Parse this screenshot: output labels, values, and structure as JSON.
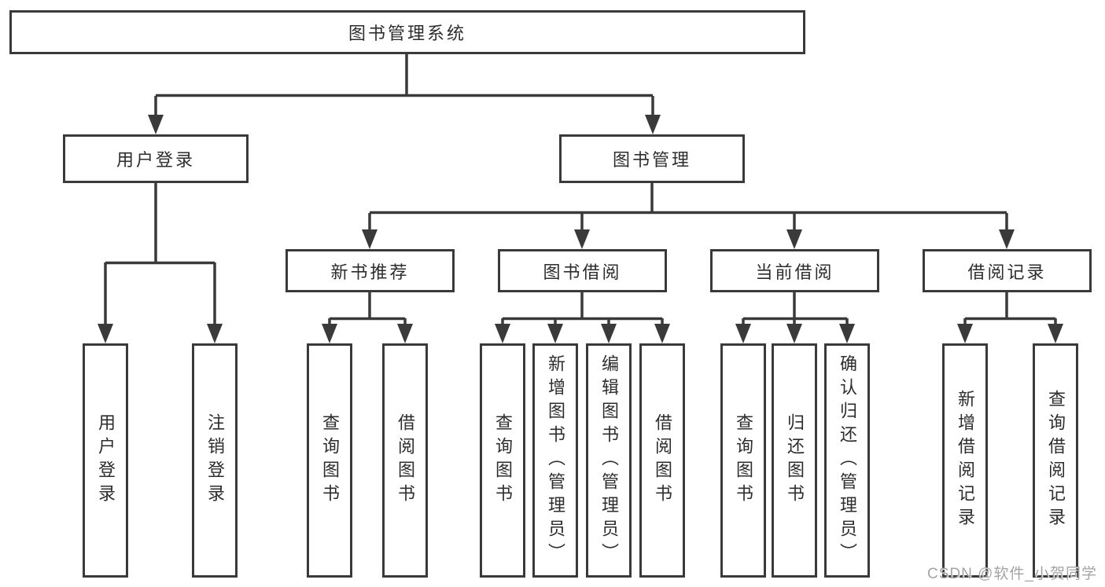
{
  "diagram": {
    "tree": {
      "root": {
        "label": "图书管理系统"
      },
      "branches": [
        {
          "label": "用户登录",
          "leaves": [
            {
              "label": "用户登录"
            },
            {
              "label": "注销登录"
            }
          ]
        },
        {
          "label": "图书管理",
          "groups": [
            {
              "label": "新书推荐",
              "leaves": [
                {
                  "label": "查询图书"
                },
                {
                  "label": "借阅图书"
                }
              ]
            },
            {
              "label": "图书借阅",
              "leaves": [
                {
                  "label": "查询图书"
                },
                {
                  "label": "新增图书（管理员）"
                },
                {
                  "label": "编辑图书（管理员）"
                },
                {
                  "label": "借阅图书"
                }
              ]
            },
            {
              "label": "当前借阅",
              "leaves": [
                {
                  "label": "查询图书"
                },
                {
                  "label": "归还图书"
                },
                {
                  "label": "确认归还（管理员）"
                }
              ]
            },
            {
              "label": "借阅记录",
              "leaves": [
                {
                  "label": "新增借阅记录"
                },
                {
                  "label": "查询借阅记录"
                }
              ]
            }
          ]
        }
      ]
    }
  },
  "watermark": {
    "text": "CSDN @软件_小贺同学"
  },
  "colors": {
    "line": "#3a3a3a",
    "box_border": "#3a3a3a",
    "text": "#2d2d2d",
    "watermark": "#a4a4a4",
    "background": "#ffffff"
  }
}
